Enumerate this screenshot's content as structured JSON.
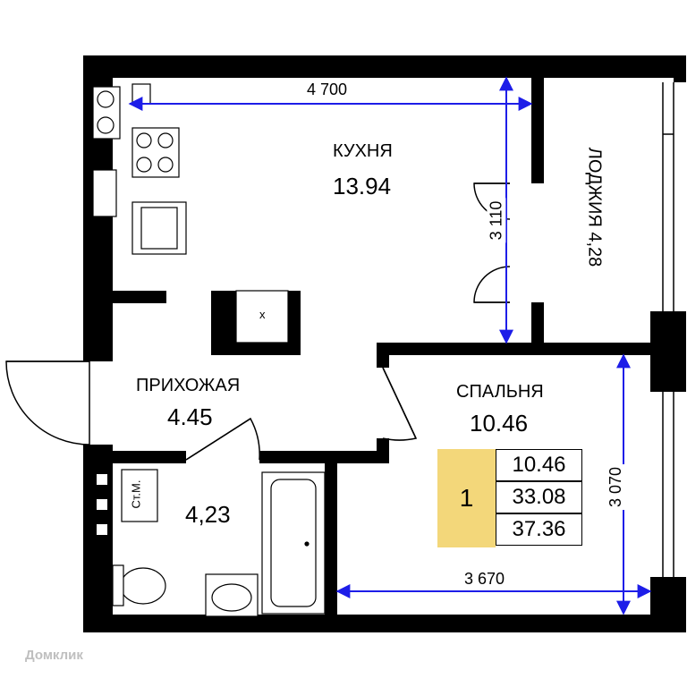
{
  "rooms": {
    "kitchen": {
      "name": "КУХНЯ",
      "area": "13.94"
    },
    "loggia": {
      "label": "ЛОДЖИЯ 4,28"
    },
    "hallway": {
      "name": "ПРИХОЖАЯ",
      "area": "4.45"
    },
    "bedroom": {
      "name": "СПАЛЬНЯ",
      "area": "10.46"
    },
    "bathroom": {
      "area": "4,23",
      "washer_label": "Ст.М."
    }
  },
  "dimensions": {
    "kitchen_width": "4 700",
    "kitchen_depth": "3 110",
    "bedroom_depth": "3 070",
    "bedroom_width": "3 670"
  },
  "summary": {
    "rooms_count": "1",
    "living_area": "10.46",
    "total_area_no_loggia": "33.08",
    "total_area": "37.36"
  },
  "kitchen_fixture_mark": "x",
  "watermark": "Домклик",
  "colors": {
    "wall": "#000000",
    "dimension": "#1d1de8",
    "badge": "#f3d77a"
  }
}
